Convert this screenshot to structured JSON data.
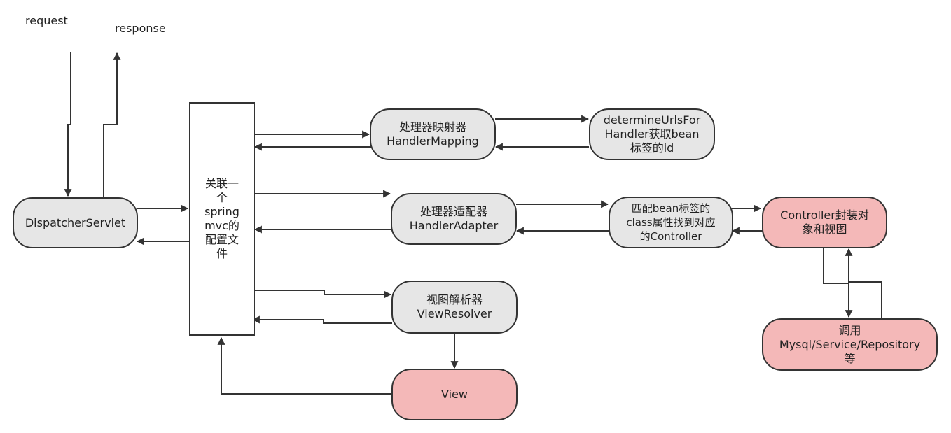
{
  "labels": {
    "request": "request",
    "response": "response"
  },
  "nodes": {
    "dispatcher": "DispatcherServlet",
    "config": "关联一\n个\nspring\nmvc的\n配置文\n件",
    "mapping": "处理器映射器\nHandlerMapping",
    "determine": "determineUrlsFor\nHandler获取bean\n标签的id",
    "adapter": "处理器适配器\nHandlerAdapter",
    "match": "匹配bean标签的\nclass属性找到对应\n的Controller",
    "controller": "Controller封装对\n象和视图",
    "resolver": "视图解析器\nViewResolver",
    "view": "View",
    "repository": "调用\nMysql/Service/Repository\n等"
  },
  "colors": {
    "node_gray": "#e6e6e6",
    "node_pink": "#f4b8b8",
    "border": "#333333"
  }
}
